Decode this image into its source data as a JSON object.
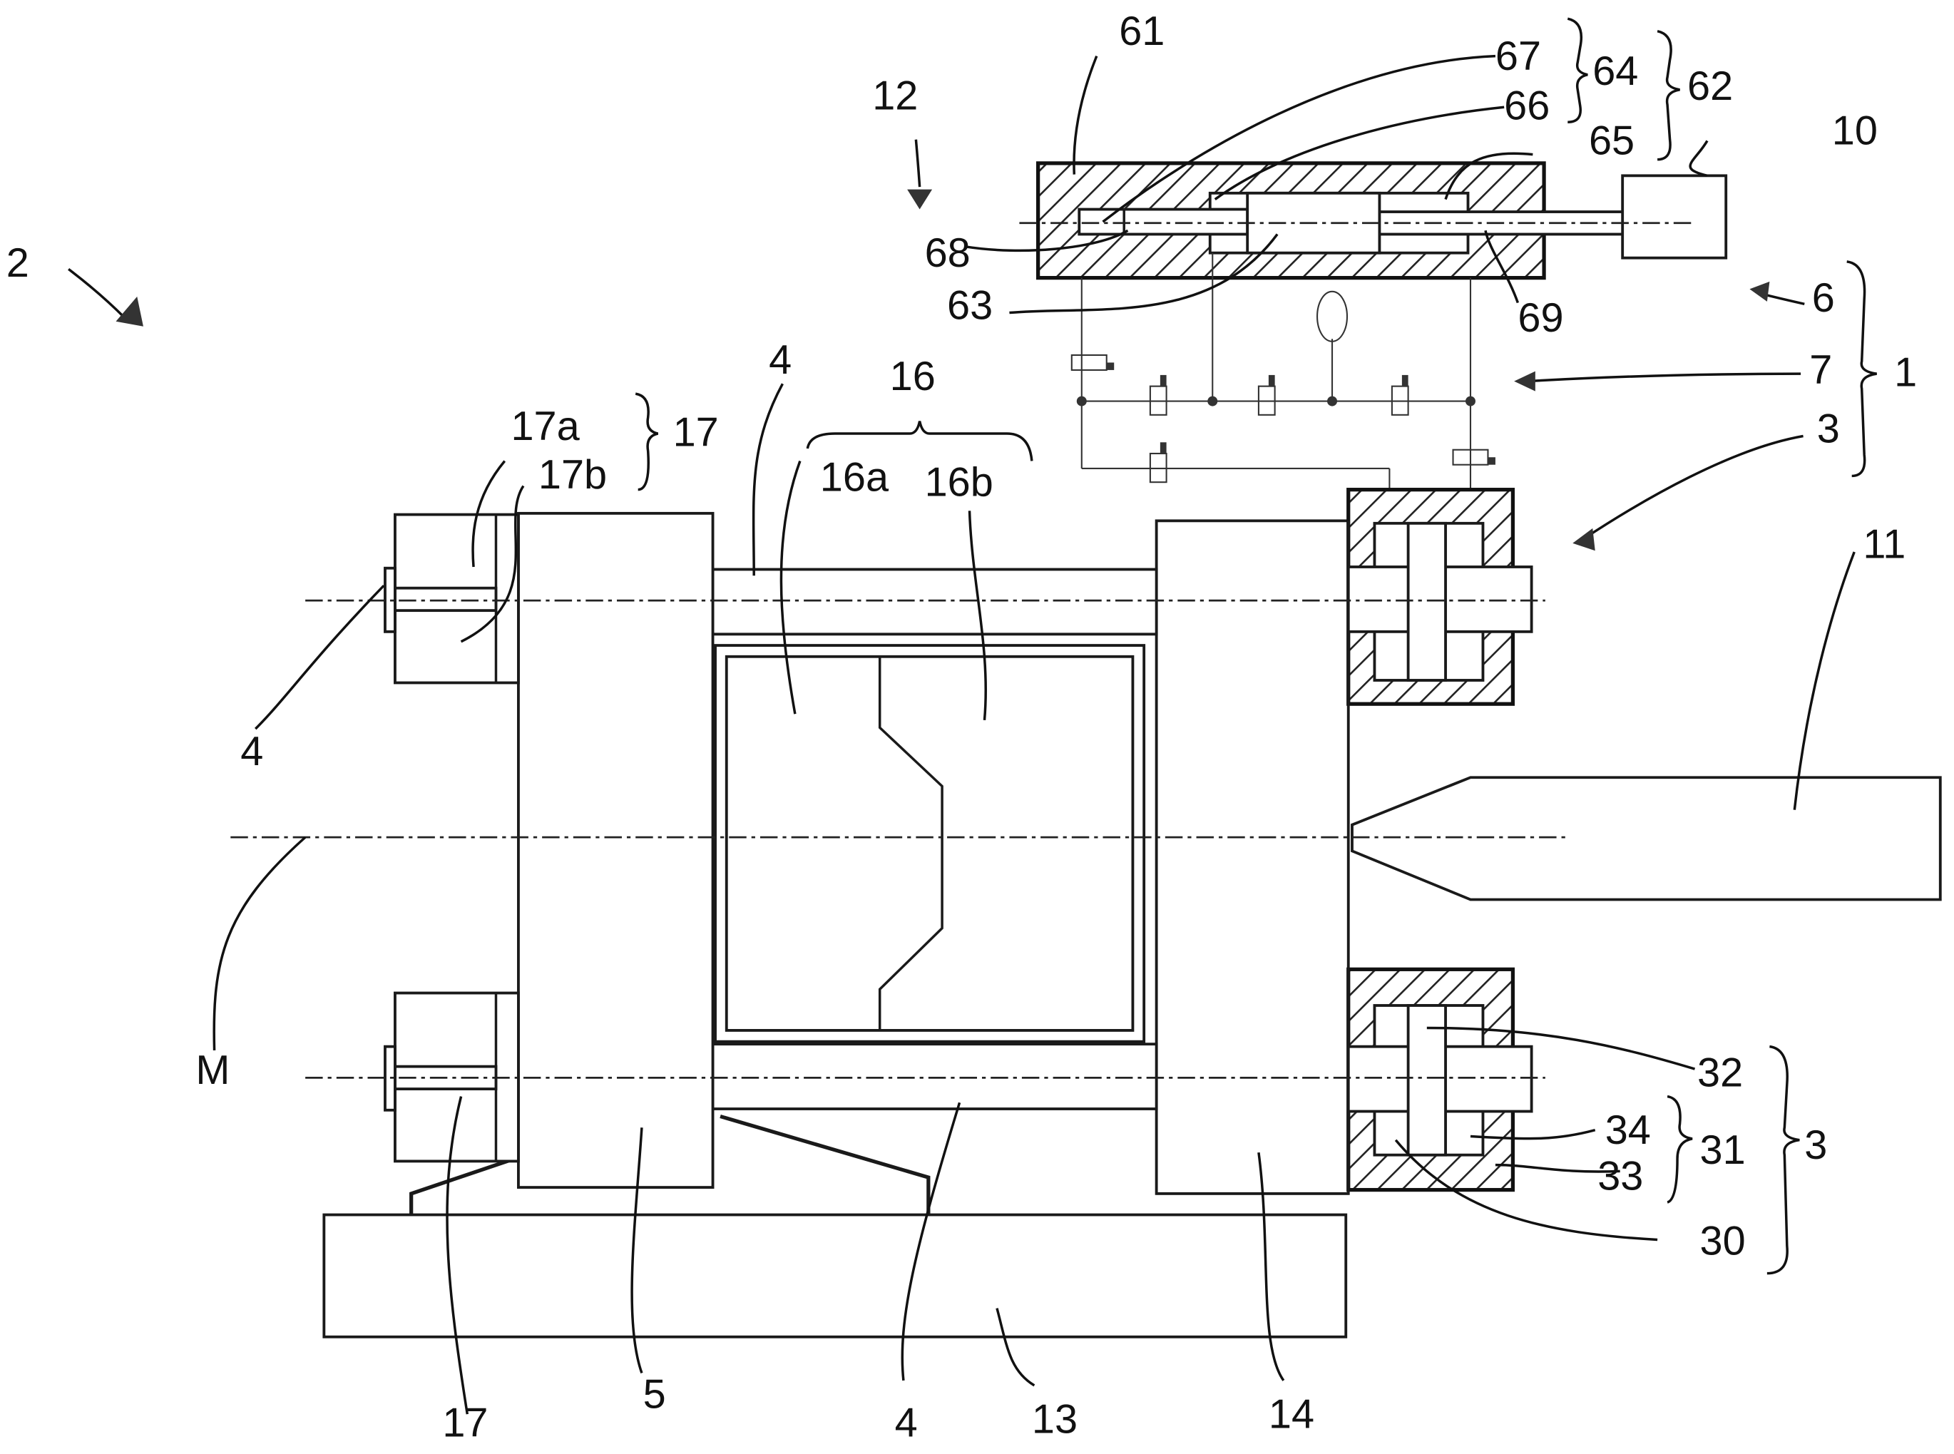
{
  "figure": {
    "type": "patent-drawing",
    "subject": "injection molding machine with clamping unit and hydraulic drive"
  },
  "labels": {
    "l2": "2",
    "l12": "12",
    "l61": "61",
    "l67": "67",
    "l66": "66",
    "l65": "65",
    "l64": "64",
    "l62": "62",
    "l10": "10",
    "l68": "68",
    "l63": "63",
    "l69": "69",
    "l6": "6",
    "l7": "7",
    "l1": "1",
    "l3_top": "3",
    "l4_top": "4",
    "l16": "16",
    "l16a": "16a",
    "l16b": "16b",
    "l17a": "17a",
    "l17b": "17b",
    "l17_top": "17",
    "l11": "11",
    "l4_left": "4",
    "lM": "M",
    "l32": "32",
    "l34": "34",
    "l31": "31",
    "l3_right": "3",
    "l33": "33",
    "l30": "30",
    "l17_bottom": "17",
    "l5": "5",
    "l4_bottom": "4",
    "l13": "13",
    "l14": "14"
  }
}
